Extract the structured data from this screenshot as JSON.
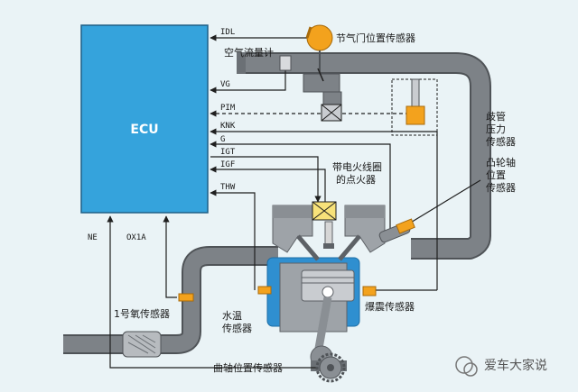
{
  "ecu_label": "ECU",
  "signals": {
    "idl": "IDL",
    "vg": "VG",
    "pim": "PIM",
    "knk": "KNK",
    "g": "G",
    "igt": "IGT",
    "igf": "IGF",
    "thw": "THW",
    "ne": "NE",
    "ox1a": "OX1A"
  },
  "labels": {
    "throttle_sensor": "节气门位置传感器",
    "air_flow_meter": "空气流量计",
    "map_sensor": [
      "歧管",
      "压力",
      "传感器"
    ],
    "cam_sensor": [
      "凸轮轴",
      "位置",
      "传感器"
    ],
    "igniter": [
      "带电火线圈",
      "的点火器"
    ],
    "coolant_sensor": [
      "水温",
      "传感器"
    ],
    "knock_sensor": "爆震传感器",
    "o2_sensor": "1号氧传感器",
    "crank_sensor": "曲轴位置传感器"
  },
  "watermark": "爱车大家说",
  "colors": {
    "ecu_fill": "#35a3dc",
    "pipe": "#7d8287",
    "pipe_edge": "#4f5357",
    "wire": "#1f1f1f",
    "sensor_orange": "#f3a21d",
    "coolant_blue": "#2f8fd0",
    "engine_gray": "#9ea3a8"
  }
}
